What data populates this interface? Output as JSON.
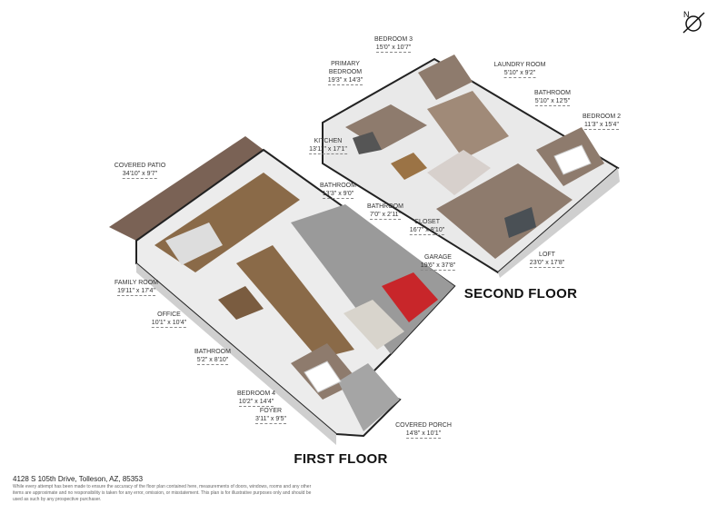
{
  "compass": {
    "label": "N"
  },
  "floors": {
    "second": "SECOND FLOOR",
    "first": "FIRST FLOOR"
  },
  "rooms": [
    {
      "name": "BEDROOM 3",
      "dim": "15'0\" x 10'7\""
    },
    {
      "name": "PRIMARY BEDROOM",
      "dim": "19'3\" x 14'3\""
    },
    {
      "name": "LAUNDRY ROOM",
      "dim": "5'10\" x 9'2\""
    },
    {
      "name": "BATHROOM",
      "dim": "5'10\" x 12'5\""
    },
    {
      "name": "BEDROOM 2",
      "dim": "11'3\" x 15'4\""
    },
    {
      "name": "KITCHEN",
      "dim": "13'11\" x 17'1\""
    },
    {
      "name": "BATHROOM",
      "dim": "13'3\" x 9'0\""
    },
    {
      "name": "BATHROOM",
      "dim": "7'0\" x 2'11\""
    },
    {
      "name": "CLOSET",
      "dim": "16'7\" x 8'10\""
    },
    {
      "name": "GARAGE",
      "dim": "19'6\" x 37'8\""
    },
    {
      "name": "LOFT",
      "dim": "23'0\" x 17'8\""
    },
    {
      "name": "COVERED PATIO",
      "dim": "34'10\" x 9'7\""
    },
    {
      "name": "FAMILY ROOM",
      "dim": "19'11\" x 17'4\""
    },
    {
      "name": "OFFICE",
      "dim": "10'1\" x 10'4\""
    },
    {
      "name": "BATHROOM",
      "dim": "5'2\" x 8'10\""
    },
    {
      "name": "BEDROOM 4",
      "dim": "10'2\" x 14'4\""
    },
    {
      "name": "FOYER",
      "dim": "3'11\" x 9'5\""
    },
    {
      "name": "COVERED PORCH",
      "dim": "14'8\" x 10'1\""
    }
  ],
  "footer": {
    "address": "4128 S 105th Drive, Tolleson, AZ, 85353",
    "disclaimer": "While every attempt has been made to ensure the accuracy of the floor plan contained here, measurements of doors, windows, rooms and any other items are approximate and no responsibility is taken for any error, omission, or misstatement. This plan is for illustrative purposes only and should be used as such by any prospective purchaser."
  },
  "colors": {
    "wood": "#8a6a48",
    "carpet": "#8e7b6d",
    "garage": "#9a9a9a",
    "wall": "#f2f2f2",
    "car": "#c8262a"
  }
}
